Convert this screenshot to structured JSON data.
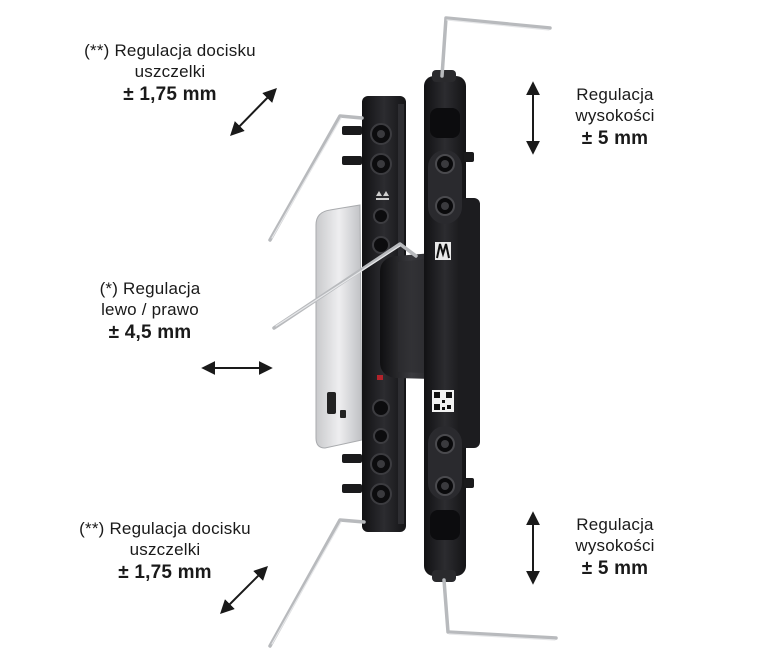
{
  "labels": {
    "seal_top": {
      "line1": "(**) Regulacja docisku",
      "line2": "uszczelki",
      "value": "± 1,75 mm"
    },
    "lateral": {
      "line1": "(*) Regulacja",
      "line2": "lewo / prawo",
      "value": "± 4,5 mm"
    },
    "seal_bottom": {
      "line1": "(**) Regulacja docisku",
      "line2": "uszczelki",
      "value": "± 1,75 mm"
    },
    "height_top": {
      "line1": "Regulacja",
      "line2": "wysokości",
      "value": "± 5 mm"
    },
    "height_bottom": {
      "line1": "Regulacja",
      "line2": "wysokości",
      "value": "± 5 mm"
    }
  },
  "colors": {
    "text": "#1a1a1a",
    "hinge_body": "#1e1e20",
    "hinge_highlight": "#3a3a3e",
    "steel_plate": "#d8d9db",
    "allen_key": "#b8babd",
    "arrow": "#1a1a1a"
  },
  "icons": {
    "arrow_diag": "double-arrow-diagonal-icon",
    "arrow_horiz": "double-arrow-horizontal-icon",
    "arrow_vert": "double-arrow-vertical-icon",
    "logo": "manufacturer-logo-icon",
    "qr": "qr-code-icon"
  }
}
